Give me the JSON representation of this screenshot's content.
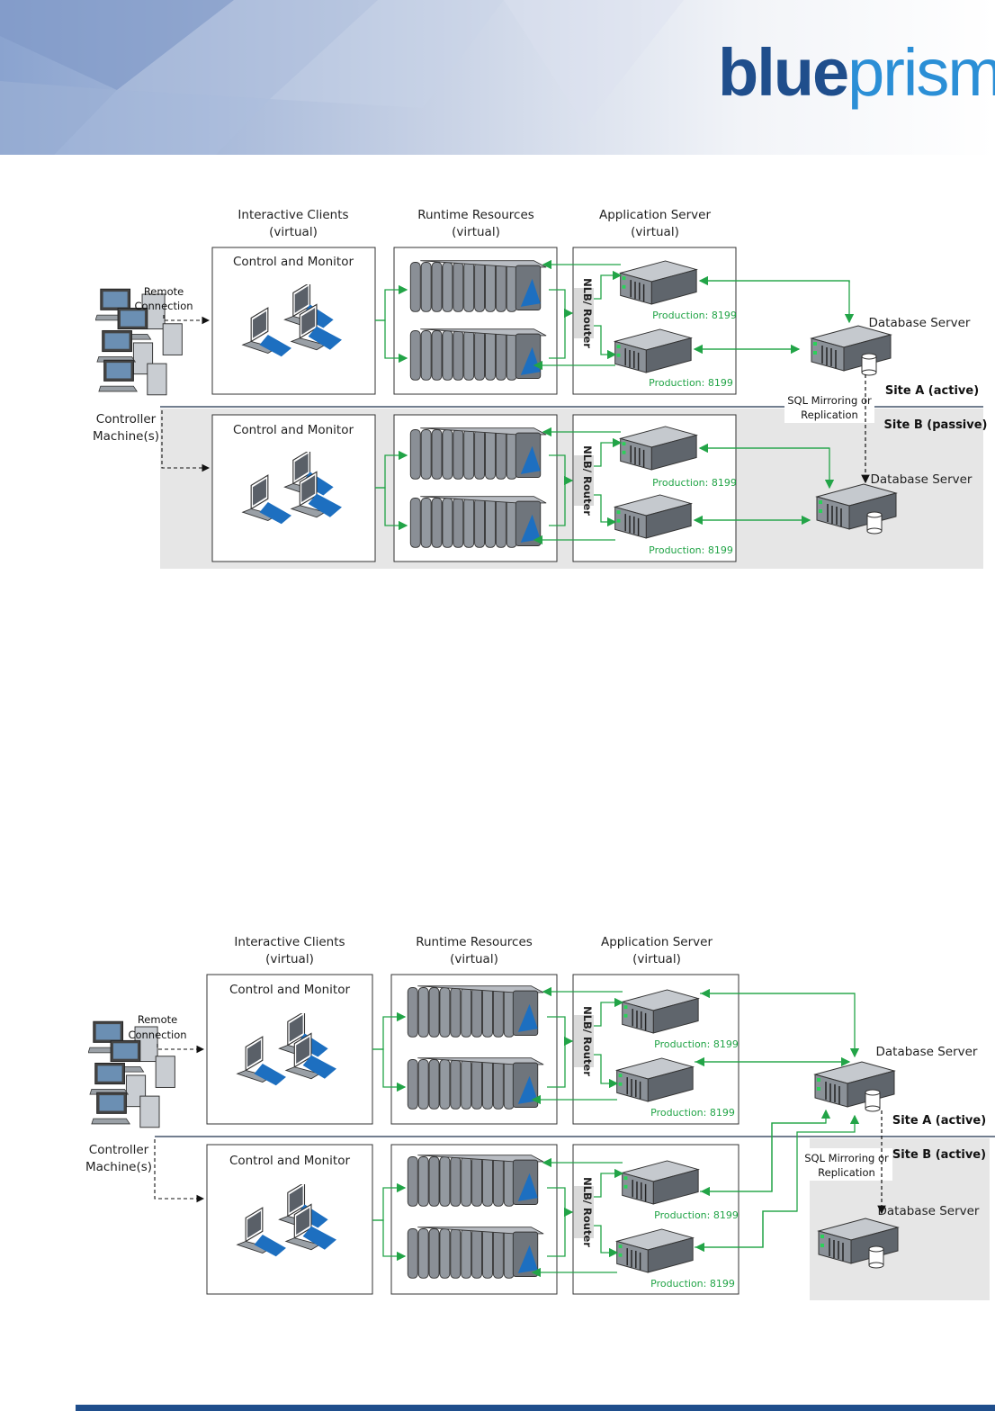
{
  "brand": {
    "blue": "blue",
    "prism": "prism",
    "reg": "®"
  },
  "diagram1": {
    "col_clients": "Interactive Clients",
    "col_clients_sub": "(virtual)",
    "col_runtime": "Runtime Resources",
    "col_runtime_sub": "(virtual)",
    "col_app": "Application Server",
    "col_app_sub": "(virtual)",
    "control_monitor_a": "Control and Monitor",
    "control_monitor_b": "Control and Monitor",
    "remote1": "Remote",
    "remote2": "Connection",
    "controller1": "Controller",
    "controller2": "Machine(s)",
    "nlb_a": "NLB/ Router",
    "nlb_b": "NLB/ Router",
    "prod": [
      "Production: 8199",
      "Production: 8199",
      "Production: 8199",
      "Production: 8199"
    ],
    "db_a": "Database Server",
    "db_b": "Database Server",
    "site_a": "Site A (active)",
    "site_b": "Site B (passive)",
    "sql1": "SQL Mirroring or",
    "sql2": "Replication"
  },
  "diagram2": {
    "col_clients": "Interactive Clients",
    "col_clients_sub": "(virtual)",
    "col_runtime": "Runtime Resources",
    "col_runtime_sub": "(virtual)",
    "col_app": "Application Server",
    "col_app_sub": "(virtual)",
    "control_monitor_a": "Control and Monitor",
    "control_monitor_b": "Control and Monitor",
    "remote1": "Remote",
    "remote2": "Connection",
    "controller1": "Controller",
    "controller2": "Machine(s)",
    "nlb_a": "NLB/ Router",
    "nlb_b": "NLB/ Router",
    "prod": [
      "Production: 8199",
      "Production: 8199",
      "Production: 8199",
      "Production: 8199"
    ],
    "db_a": "Database Server",
    "db_b": "Database Server",
    "site_a": "Site A (active)",
    "site_b": "Site B (active)",
    "sql1": "SQL Mirroring or",
    "sql2": "Replication"
  },
  "colors": {
    "green": "#22a447",
    "navy": "#1f4e8c",
    "blue_tri": "#1d6fc0"
  }
}
